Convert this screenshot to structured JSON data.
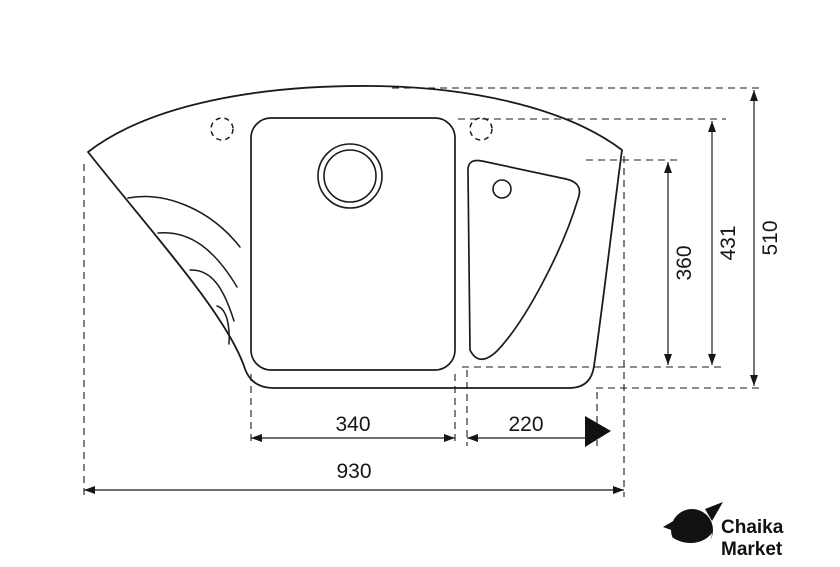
{
  "dimensions": {
    "total_width": "930",
    "main_bowl_width": "340",
    "side_bowl_width": "220",
    "total_depth": "510",
    "main_bowl_depth": "431",
    "side_bowl_depth": "360"
  },
  "logo": {
    "icon": "seagull-icon",
    "name_line1": "Chaika",
    "name_line2": "Market"
  },
  "colors": {
    "ink": "#1b1b1b",
    "background": "#ffffff"
  }
}
